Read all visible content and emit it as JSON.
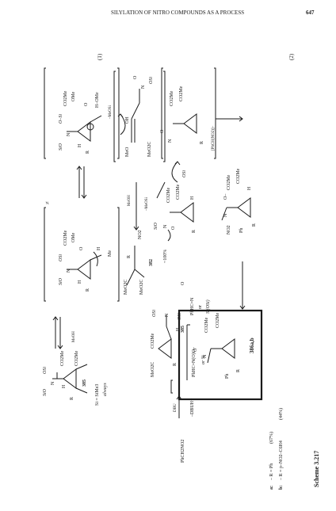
{
  "header": {
    "running_title": "SILYLATION OF NITRO COMPOUNDS AS A PROCESS",
    "page_number": "647"
  },
  "scheme_label": "Scheme 3.217",
  "equation_labels": {
    "eq1": "(1)",
    "eq2": "(2)"
  },
  "top_row": {
    "cmpd385": {
      "SiO": "SiO",
      "N": "N",
      "OSi": "OSi",
      "H": "H",
      "R": "R",
      "CO2Me_a": "CO2Me",
      "CO2Me_b": "CO2Me",
      "label": "385"
    },
    "arrow1_label": "MeOH",
    "intermediate_ts": {
      "SiO": "SiO",
      "N": "N",
      "OSi": "OSi",
      "H": "H",
      "R": "R",
      "CO2Me": "CO2Me",
      "OMe": "OMe",
      "O": "O",
      "H2": "H",
      "Me": "Me",
      "charge": "≠"
    },
    "intermediate_anion": {
      "SiO": "SiO",
      "N": "N",
      "OSi": "O–Si",
      "H": "H",
      "R": "R",
      "CO2Me": "CO2Me",
      "OMe": "OMe",
      "O": "O",
      "HOMe": "H–OMe",
      "loss": "–MeOSi"
    }
  },
  "silyl_note": {
    "si": "Si = SiMe3",
    "always": "always"
  },
  "middle_row": {
    "cmpd382": {
      "MeO2C_a": "MeO2C",
      "MeO2C_b": "MeO2C",
      "R": "R",
      "NO2": "NO2",
      "label": "382"
    },
    "arrow_label_top": "MeOH",
    "arrow_label_bottom": "–MeOSi",
    "nitronate_open": {
      "MeO": "MeO",
      "OH": "OH",
      "MeO2C": "MeO2C",
      "N": "N",
      "O": "O",
      "OSi": "OSi"
    }
  },
  "lower_row": {
    "reagent": "PhCH2NO2",
    "dbu": "DBU",
    "dbuh": "–DBUH+",
    "pathway": "~100%",
    "cmpd385_b": {
      "MeO2C": "MeO2C",
      "CO2Me": "CO2Me",
      "N": "N",
      "OSi": "OSi",
      "OSi2": "OSi",
      "H": "H",
      "R": "R",
      "label": "385"
    },
    "phhc_a": "PhHC=N(O)O–",
    "or_si": "or Si",
    "phhc_b": "PhHC=N",
    "or": "or",
    "si_osi": "Si(OSi)",
    "o_label": "O",
    "silyl_nitronate": {
      "SiO": "SiO",
      "N": "N",
      "O": "O",
      "CO2Me_a": "CO2Me",
      "CO2Me_b": "CO2Me",
      "H": "H",
      "R": "R"
    },
    "osi_loss": "OSi",
    "nitroso": {
      "N": "N",
      "O": "O",
      "CO2Me_a": "CO2Me",
      "CO2Me_b": "CO2Me",
      "R": "R"
    },
    "arrow_note": "[PhCH(NO2)]–",
    "nitrocycle": {
      "NO2": "NO2",
      "N": "N",
      "O": "O–",
      "Ph": "Ph",
      "CO2Me_a": "CO2Me",
      "CO2Me_b": "CO2Me",
      "H": "H",
      "R": "R"
    },
    "product": {
      "N": "N",
      "O": "O",
      "Ph": "Ph",
      "CO2Me_a": "CO2Me",
      "CO2Me_b": "CO2Me",
      "R": "R",
      "label": "386a,b"
    }
  },
  "yields": {
    "a": {
      "label": "a:",
      "def": "– R = Ph",
      "yield": "(67%)"
    },
    "b": {
      "label": "b:",
      "def": "– R = p–NO2–C6H4",
      "yield": "(44%)"
    }
  }
}
